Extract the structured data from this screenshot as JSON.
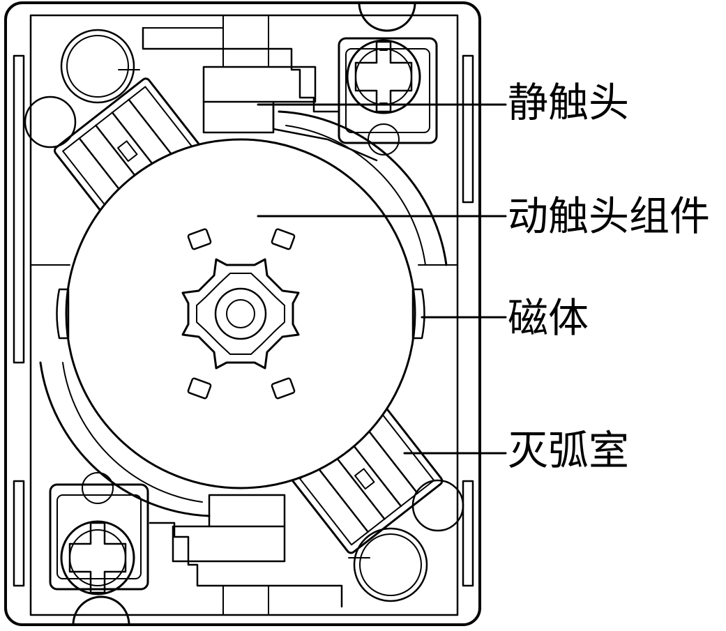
{
  "diagram": {
    "labels": [
      {
        "id": "static-contact",
        "text": "静触头"
      },
      {
        "id": "moving-contact-assembly",
        "text": "动触头组件"
      },
      {
        "id": "magnet",
        "text": "磁体"
      },
      {
        "id": "arc-chamber",
        "text": "灭弧室"
      }
    ],
    "stroke_color": "#000000",
    "background_color": "#ffffff"
  }
}
